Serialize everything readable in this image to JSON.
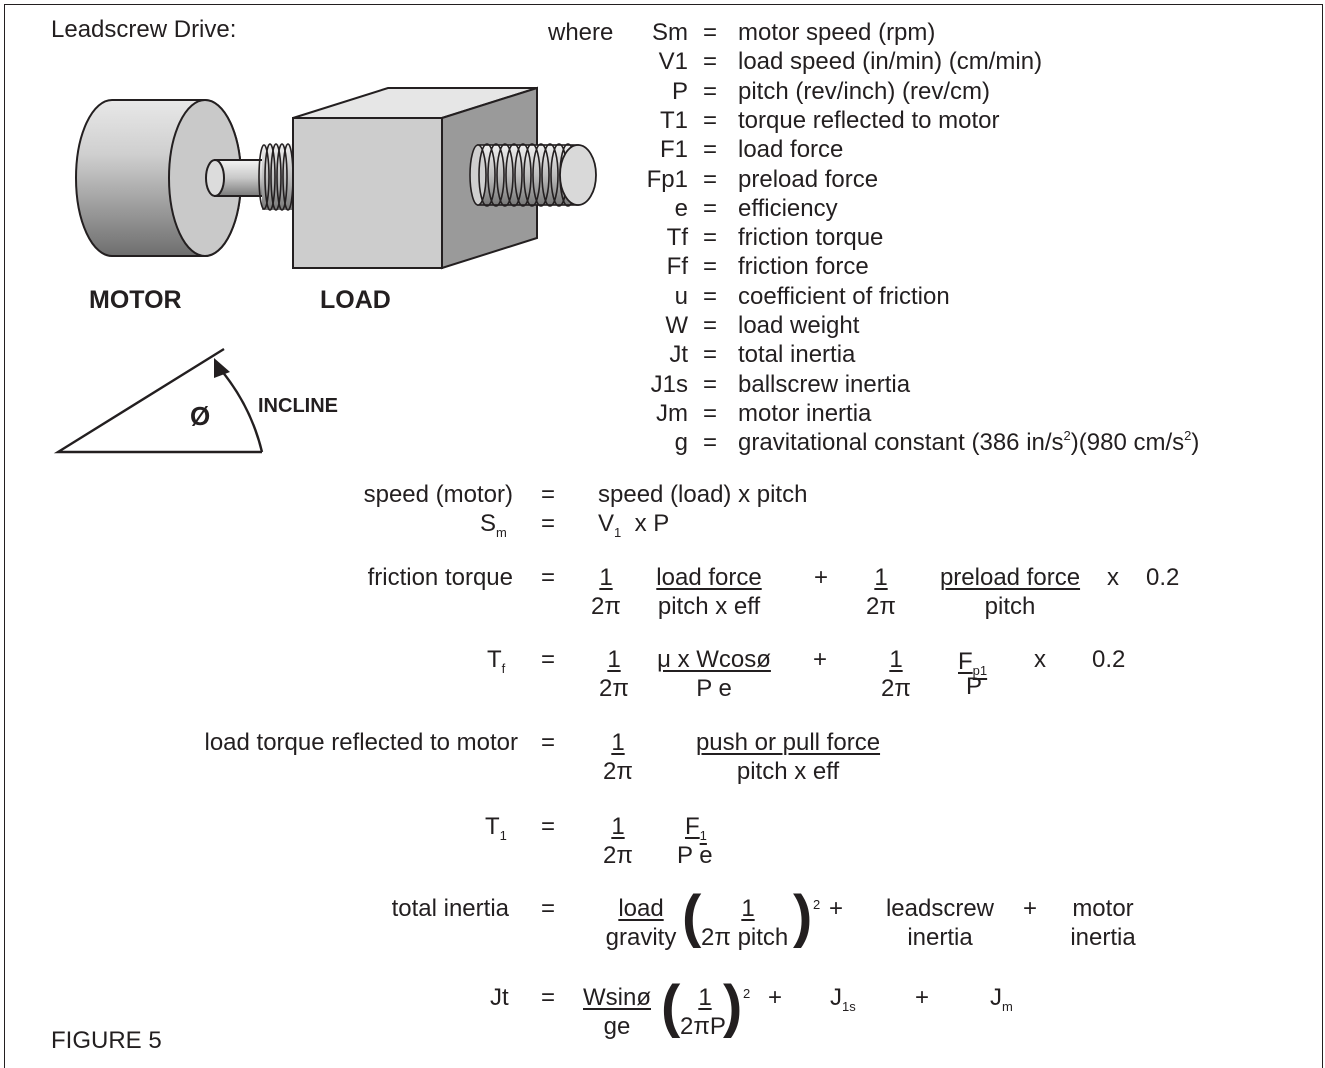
{
  "header": {
    "title": "Leadscrew Drive:",
    "figure_label": "FIGURE 5"
  },
  "illustration": {
    "motor_label": "MOTOR",
    "load_label": "LOAD",
    "incline_label": "INCLINE",
    "angle_symbol": "Ø"
  },
  "legend": {
    "where": "where",
    "eq": "=",
    "items": [
      {
        "sym": "Sm",
        "desc": "motor speed (rpm)"
      },
      {
        "sym": "V1",
        "desc": "load speed (in/min) (cm/min)"
      },
      {
        "sym": "P",
        "desc": "pitch (rev/inch) (rev/cm)"
      },
      {
        "sym": "T1",
        "desc": "torque reflected to motor"
      },
      {
        "sym": "F1",
        "desc": "load force"
      },
      {
        "sym": "Fp1",
        "desc": "preload force"
      },
      {
        "sym": "e",
        "desc": "efficiency"
      },
      {
        "sym": "Tf",
        "desc": "friction torque"
      },
      {
        "sym": "Ff",
        "desc": "friction force"
      },
      {
        "sym": "u",
        "desc": "coefficient of friction"
      },
      {
        "sym": "W",
        "desc": "load weight"
      },
      {
        "sym": "Jt",
        "desc": "total inertia"
      },
      {
        "sym": "J1s",
        "desc": "ballscrew inertia"
      },
      {
        "sym": "Jm",
        "desc": "motor inertia"
      },
      {
        "sym": "g",
        "desc": "gravitational constant"
      }
    ],
    "g_const": {
      "a": "(386 in/s",
      "b": ")(980 cm/s",
      "c": ")",
      "sq": "2"
    }
  },
  "equations": {
    "eq": "=",
    "e1": {
      "lhs": "speed (motor)",
      "rhs": "speed (load)  x  pitch"
    },
    "e2": {
      "lhs_base": "S",
      "lhs_sub": "m",
      "v": "V",
      "v_sub": "1",
      "rhs_rest": "x  P"
    },
    "e3": {
      "lhs": "friction torque",
      "one": "1",
      "twopi": "2π",
      "num1": "load force",
      "den1": "pitch x eff",
      "plus": "+",
      "num2": "preload force",
      "den2": "pitch",
      "times": "x",
      "factor": "0.2"
    },
    "e4": {
      "lhs_base": "T",
      "lhs_sub": "f",
      "num1": "μ x Wcosø",
      "den1": "P e",
      "fp_base": "F",
      "fp_sub": "p1",
      "fp_den": "P",
      "times": "x",
      "factor": "0.2"
    },
    "e5": {
      "lhs": "load torque reflected to motor",
      "num": "push or pull force",
      "den": "pitch  x  eff"
    },
    "e6": {
      "lhs_base": "T",
      "lhs_sub": "1",
      "f_base": "F",
      "f_sub": "1",
      "den": "P e"
    },
    "e7": {
      "lhs": "total inertia",
      "num1": "load",
      "den1": "gravity",
      "inner": "2π pitch",
      "sq": "2",
      "plus": "+",
      "ls1": "leadscrew",
      "ls2": "inertia",
      "mo1": "motor",
      "mo2": "inertia"
    },
    "e8": {
      "lhs": "Jt",
      "num1": "Wsinø",
      "den1": "ge",
      "inner": "2πP",
      "sq": "2",
      "plus": "+",
      "j": "J",
      "j1_sub": "1s",
      "jm_sub": "m"
    }
  }
}
